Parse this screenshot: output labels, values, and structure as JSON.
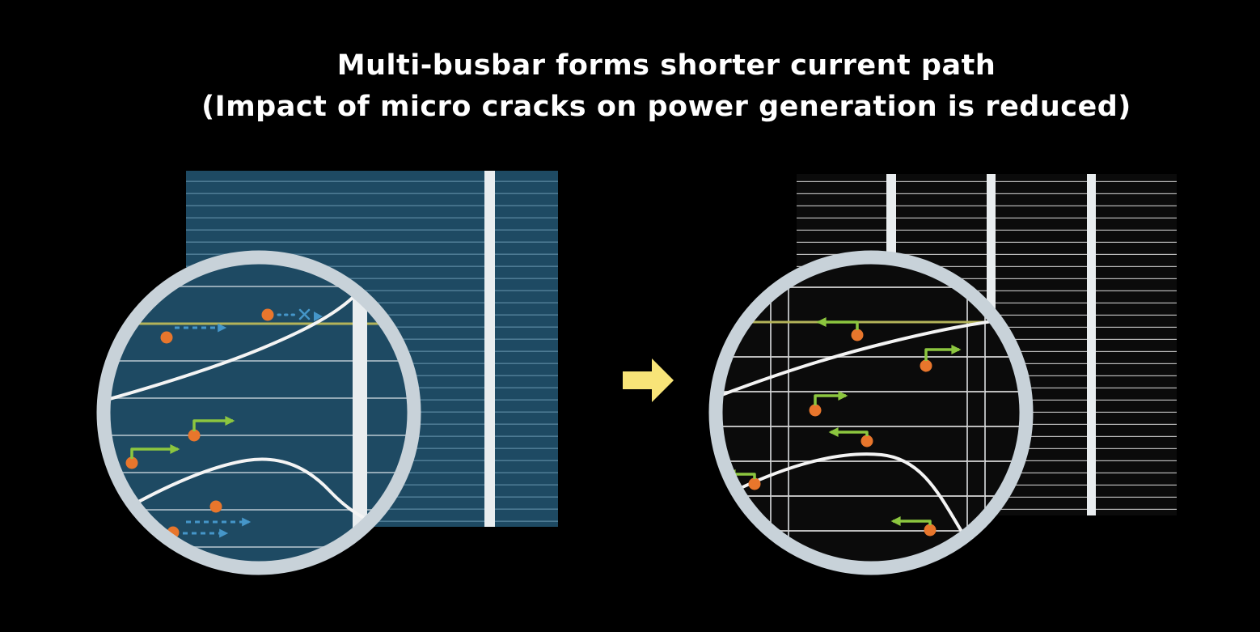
{
  "title": {
    "line1": "Multi-busbar forms shorter current path",
    "line2": "(Impact of micro cracks on power generation is reduced)"
  },
  "icons": {
    "transition_arrow": "right-block-arrow",
    "magnifier_left": "magnifier-circle",
    "magnifier_right": "magnifier-circle"
  },
  "colors": {
    "background": "#000000",
    "title_text": "#ffffff",
    "cell_blue": "#1e4a63",
    "cell_blue_line": "#4d7a93",
    "zoom_blue_line": "#93a9b6",
    "cell_black": "#0b0b0b",
    "cell_black_line": "#b9b9b9",
    "zoom_black_line": "#bdbdbd",
    "busbar_white": "#e9edef",
    "ring_silver": "#c8d2d9",
    "crack_white": "#f4f4f4",
    "electron_orange": "#e8762c",
    "path_blue": "#4596c9",
    "path_green": "#8cc63f",
    "yellow_line": "#b3b359",
    "transition_arrow_yellow": "#f8e478"
  }
}
